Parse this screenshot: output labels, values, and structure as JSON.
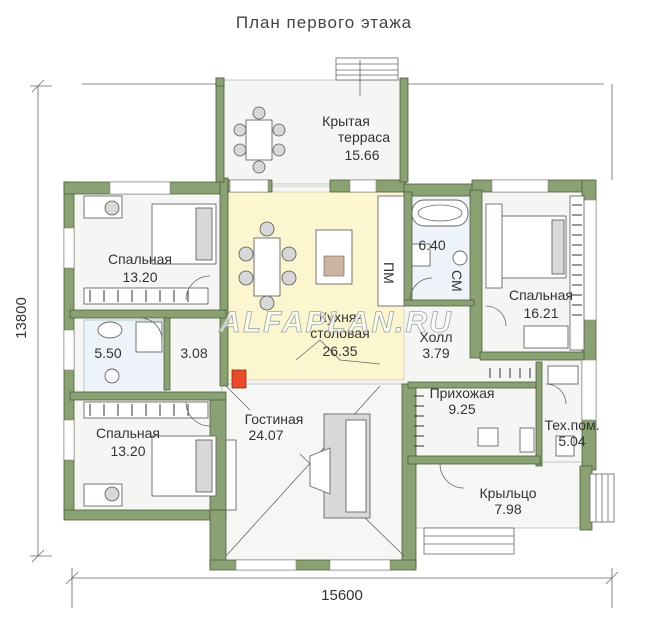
{
  "title": "План первого этажа",
  "watermark": "ALFAPLAN.RU",
  "dimensions": {
    "width": "15600",
    "height": "13800"
  },
  "rooms": {
    "terrace": {
      "name_line1": "Крытая",
      "name_line2": "терраса",
      "area": "15.66"
    },
    "bedroom_nw": {
      "name": "Спальная",
      "area": "13.20"
    },
    "kitchen": {
      "name_line1": "Кухня-",
      "name_line2": "столовая",
      "area": "26.35"
    },
    "bath_top": {
      "area": "6.40"
    },
    "bedroom_ne": {
      "name": "Спальная",
      "area": "16.21"
    },
    "bath_w": {
      "area": "5.50"
    },
    "corridor_w": {
      "area": "3.08"
    },
    "hall": {
      "name": "Холл",
      "area": "3.79"
    },
    "bedroom_sw": {
      "name": "Спальная",
      "area": "13.20"
    },
    "living": {
      "name": "Гостиная",
      "area": "24.07"
    },
    "entry": {
      "name": "Прихожая",
      "area": "9.25"
    },
    "tech": {
      "name": "Тех.пом.",
      "area": "5.04"
    },
    "porch": {
      "name": "Крыльцо",
      "area": "7.98"
    }
  },
  "appliance_labels": {
    "dishwasher": "ПМ",
    "washer": "СМ"
  },
  "colors": {
    "walls": "#8aa174",
    "kitchen_floor": "#fbf6cf",
    "background": "#ffffff"
  }
}
